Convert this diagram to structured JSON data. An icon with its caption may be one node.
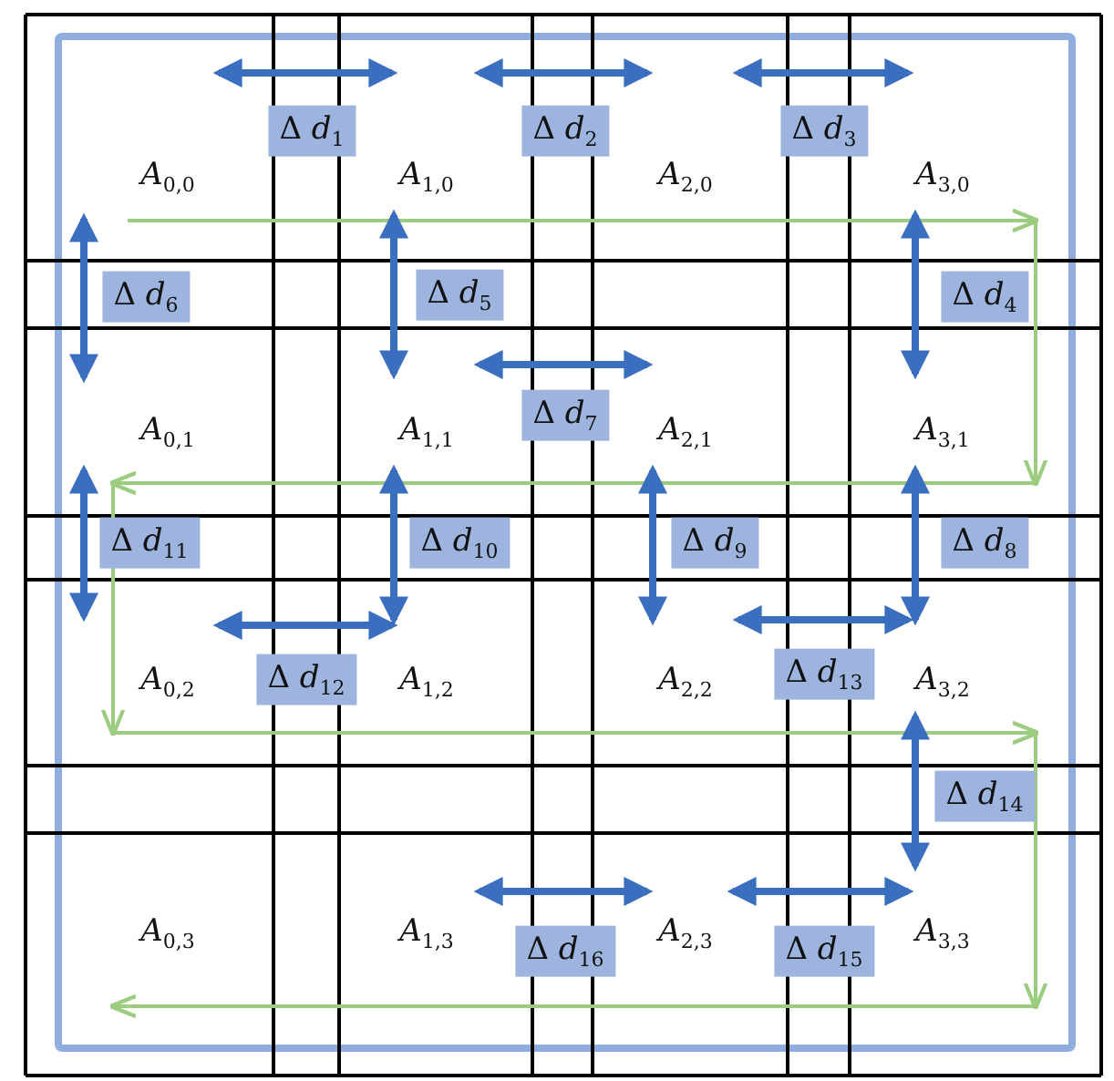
{
  "diagram": {
    "labels": [
      "Δ *d*$_{1}$",
      "Δ *d*$_{2}$",
      "Δ *d*$_{3}$",
      "*A*$_{0,0}$",
      "*A*$_{1,0}$",
      "*A*$_{2,0}$",
      "*A*$_{3,0}$",
      "Δ *d*$_{6}$",
      "Δ *d*$_{5}$",
      "Δ *d*$_{4}$",
      "Δ *d*$_{7}$",
      "*A*$_{0,1}$",
      "*A*$_{1,1}$",
      "*A*$_{2,1}$",
      "*A*$_{3,1}$",
      "Δ *d*$_{11}$",
      "Δ *d*$_{10}$",
      "Δ *d*$_{9}$",
      "Δ *d*$_{8}$",
      "*A*$_{0,2}$",
      "Δ *d*$_{12}$",
      "*A*$_{1,2}$",
      "*A*$_{2,2}$",
      "Δ *d*$_{13}$",
      "*A*$_{3,2}$",
      "Δ *d*$_{14}$",
      "*A*$_{0,3}$",
      "*A*$_{1,3}$",
      "*A*$_{2,3}$",
      "*A*$_{3,3}$",
      "Δ *d*$_{16}$",
      "Δ *d*$_{15}$"
    ]
  }
}
